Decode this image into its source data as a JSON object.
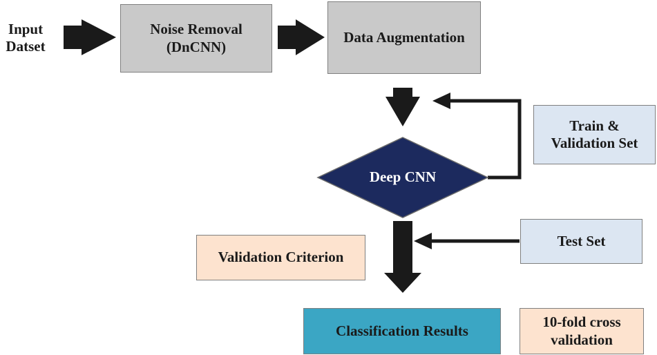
{
  "input": {
    "line1": "Input",
    "line2": "Datset"
  },
  "nodes": {
    "noise_removal": {
      "line1": "Noise Removal",
      "line2": "(DnCNN)"
    },
    "data_augmentation": "Data Augmentation",
    "deep_cnn": "Deep CNN",
    "train_validation": {
      "line1": "Train &",
      "line2": "Validation Set"
    },
    "test_set": "Test Set",
    "validation_criterion": "Validation Criterion",
    "classification_results": "Classification Results",
    "cross_validation": {
      "line1": "10-fold cross",
      "line2": "validation"
    }
  },
  "colors": {
    "process_gray": "#c9c9c9",
    "set_blue": "#dce6f2",
    "criterion_peach": "#fde3cf",
    "results_teal": "#3ba6c4",
    "diamond_navy": "#1c2a5e",
    "arrow_black": "#1a1a1a"
  }
}
